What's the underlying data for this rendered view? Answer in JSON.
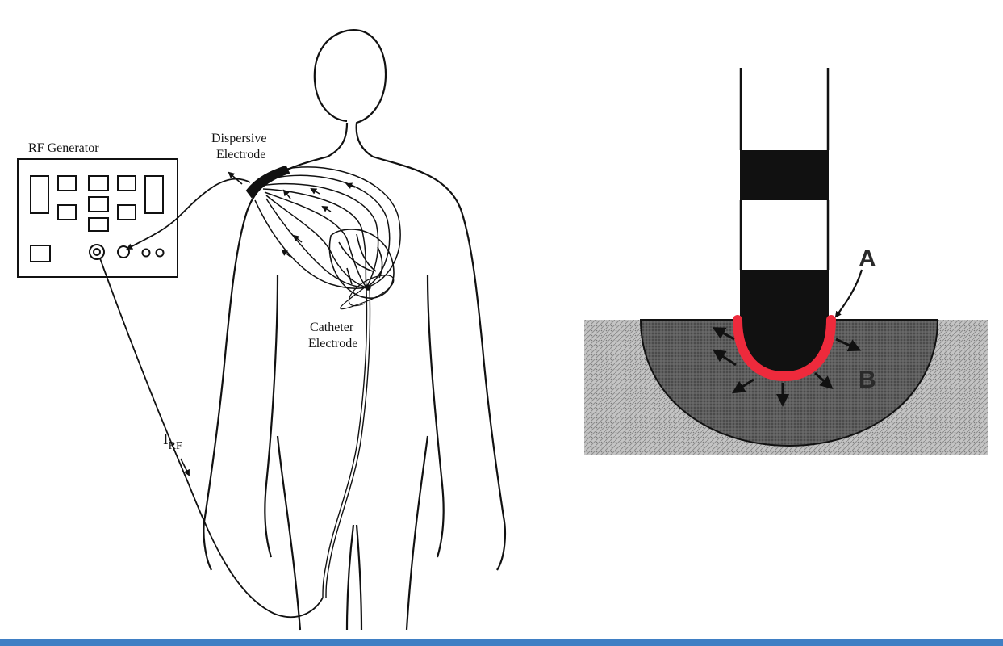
{
  "left_diagram": {
    "rf_generator_label": "RF Generator",
    "dispersive_label_line1": "Dispersive",
    "dispersive_label_line2": "Electrode",
    "catheter_label_line1": "Catheter",
    "catheter_label_line2": "Electrode",
    "current_label_main": "I",
    "current_label_sub": "RF"
  },
  "right_diagram": {
    "label_a": "A",
    "label_b": "B"
  },
  "colors": {
    "ink": "#111111",
    "ablation_zone": "#5a5a5a",
    "electrode_tip": "#ee2a3c",
    "tissue": "#b9b9b9",
    "bottom_bar": "#3f7fc4"
  }
}
